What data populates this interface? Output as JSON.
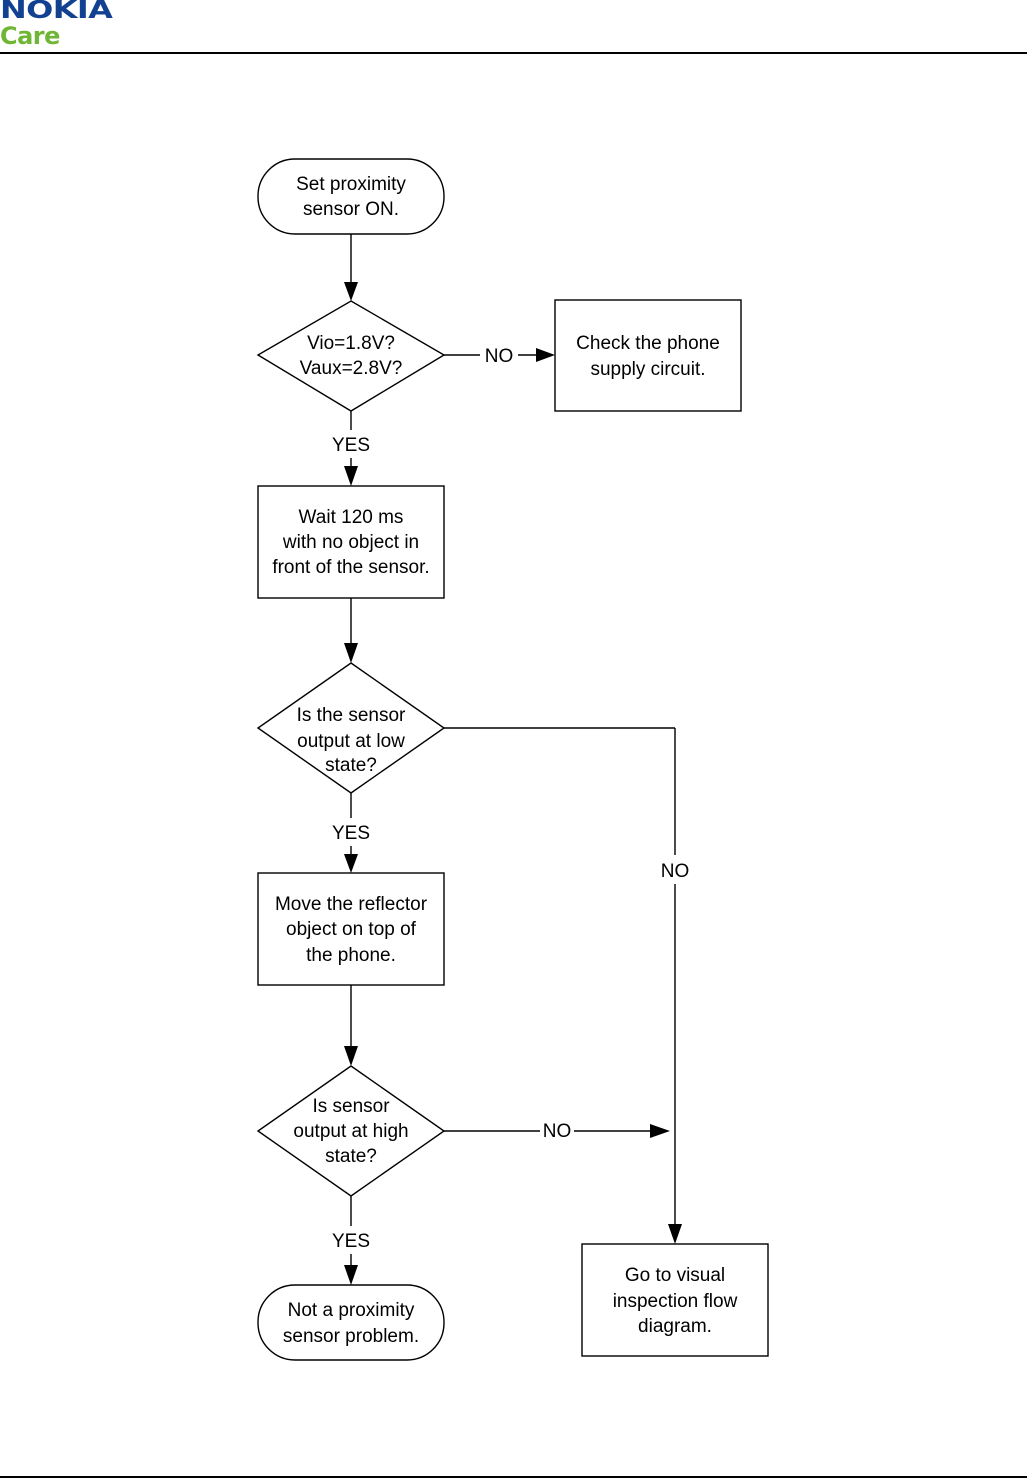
{
  "header": {
    "brand": "NOKIA",
    "sub_brand": "Care",
    "brand_color": "#124191",
    "sub_brand_color": "#6fb635"
  },
  "flowchart": {
    "start": [
      "Set proximity",
      "sensor ON."
    ],
    "decision_voltage": [
      "Vio=1.8V?",
      "Vaux=2.8V?"
    ],
    "check_supply": [
      "Check the phone",
      "supply circuit."
    ],
    "wait_step": [
      "Wait 120 ms",
      "with no object in",
      "front of the sensor."
    ],
    "decision_low": [
      "Is the sensor",
      "output at low",
      "state?"
    ],
    "move_reflector": [
      "Move the reflector",
      "object on top of",
      "the phone."
    ],
    "decision_high": [
      "Is sensor",
      "output at high",
      "state?"
    ],
    "end_ok": [
      "Not a proximity",
      "sensor problem."
    ],
    "visual_inspection": [
      "Go to visual",
      "inspection flow",
      "diagram."
    ],
    "labels": {
      "no_voltage": "NO",
      "yes_voltage": "YES",
      "yes_low": "YES",
      "no_low": "NO",
      "no_high": "NO",
      "yes_high": "YES"
    }
  }
}
